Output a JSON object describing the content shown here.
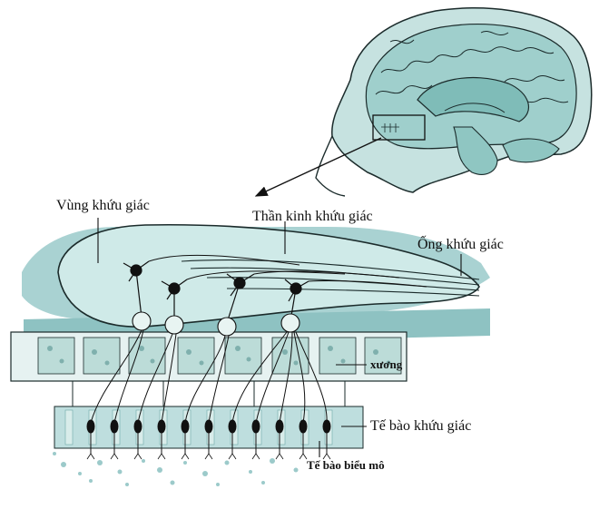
{
  "labels": {
    "olfactory_area": "Vùng khứu giác",
    "olfactory_nerve": "Thần kinh khứu giác",
    "olfactory_tract": "Ống khứu giác",
    "bone": "xương",
    "olfactory_cells": "Tế bào khứu giác",
    "epithelial_cells": "Tế bào biểu mô"
  },
  "colors": {
    "tissue": "#a9d2d2",
    "tissue_light": "#d3ecea",
    "tissue_dark": "#6fa8a8",
    "outline": "#1b2b2b",
    "neuron": "#111111"
  }
}
